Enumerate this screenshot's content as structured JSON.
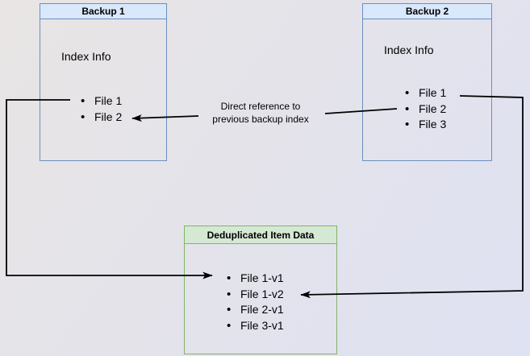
{
  "backup1": {
    "title": "Backup 1",
    "section_label": "Index Info",
    "items": [
      "File 1",
      "File 2"
    ]
  },
  "backup2": {
    "title": "Backup 2",
    "section_label": "Index Info",
    "items": [
      "File 1",
      "File 2",
      "File 3"
    ]
  },
  "dedup": {
    "title": "Deduplicated Item Data",
    "items": [
      "File 1-v1",
      "File 1-v2",
      "File 2-v1",
      "File 3-v1"
    ]
  },
  "annotation": {
    "line1": "Direct reference to",
    "line2": "previous backup index"
  },
  "colors": {
    "blue_header_fill": "#dae8fc",
    "blue_border": "#6c8ebf",
    "green_header_fill": "#d5e8d4",
    "green_border": "#82b366",
    "arrow": "#000000"
  }
}
